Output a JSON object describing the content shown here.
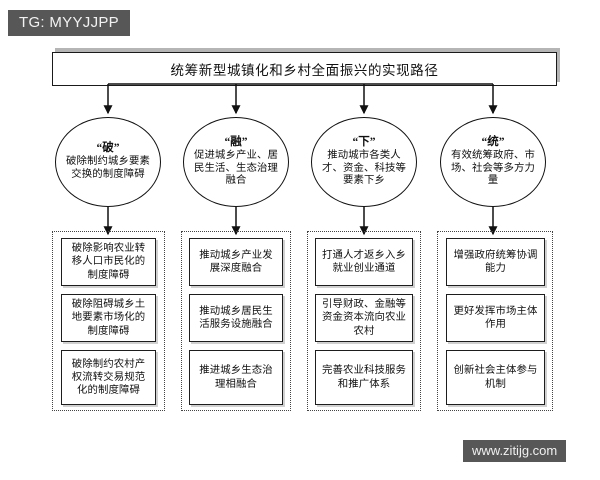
{
  "overlay": {
    "tg_badge": "TG: MYYJJPP",
    "watermark": "www.zitijg.com"
  },
  "diagram": {
    "root": {
      "title": "统筹新型城镇化和乡村全面振兴的实现路径"
    },
    "branches": [
      {
        "key": "“破”",
        "summary": "破除制约城乡要素交换的制度障碍",
        "items": [
          "破除影响农业转移人口市民化的制度障碍",
          "破除阻碍城乡土地要素市场化的制度障碍",
          "破除制约农村产权流转交易规范化的制度障碍"
        ]
      },
      {
        "key": "“融”",
        "summary": "促进城乡产业、居民生活、生态治理融合",
        "items": [
          "推动城乡产业发展深度融合",
          "推动城乡居民生活服务设施融合",
          "推进城乡生态治理相融合"
        ]
      },
      {
        "key": "“下”",
        "summary": "推动城市各类人才、资金、科技等要素下乡",
        "items": [
          "打通人才返乡入乡就业创业通道",
          "引导财政、金融等资金资本流向农业农村",
          "完善农业科技服务和推广体系"
        ]
      },
      {
        "key": "“统”",
        "summary": "有效统筹政府、市场、社会等多方力量",
        "items": [
          "增强政府统筹协调能力",
          "更好发挥市场主体作用",
          "创新社会主体参与机制"
        ]
      }
    ]
  },
  "colors": {
    "line": "#111111",
    "badge_bg": "#575757",
    "shadow": "#b5b5b5"
  }
}
